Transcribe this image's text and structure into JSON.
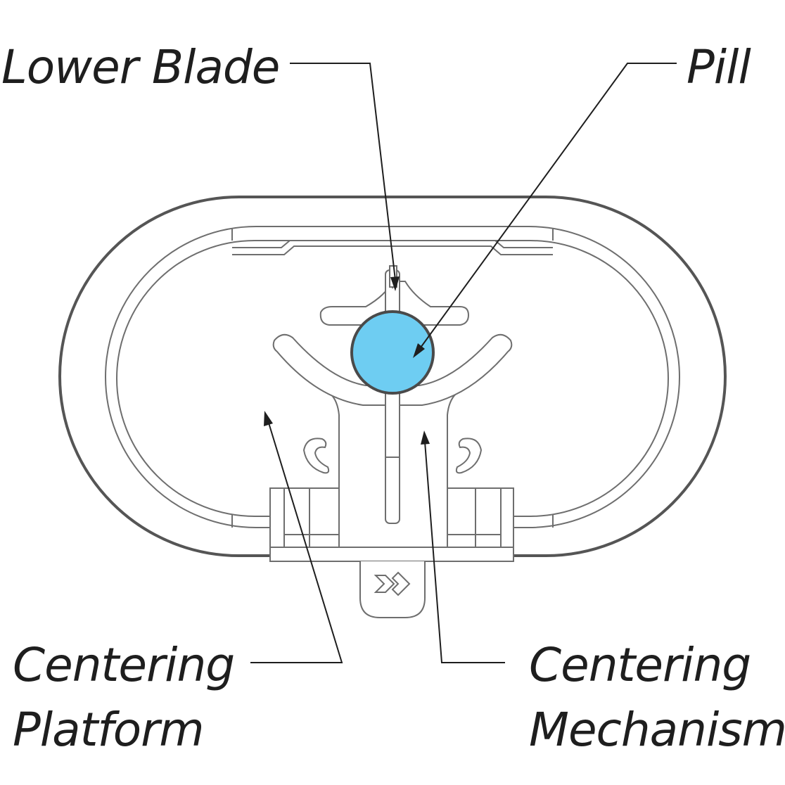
{
  "labels": {
    "lower_blade": "Lower Blade",
    "pill": "Pill",
    "centering_platform_line1": "Centering",
    "centering_platform_line2": "Platform",
    "centering_mechanism_line1": "Centering",
    "centering_mechanism_line2": "Mechanism"
  },
  "colors": {
    "pill": "#6ecdf2",
    "outline": "#555555",
    "text": "#1e1e1e"
  },
  "icons": {
    "brand_mark": "chevron-x-logo-icon"
  }
}
